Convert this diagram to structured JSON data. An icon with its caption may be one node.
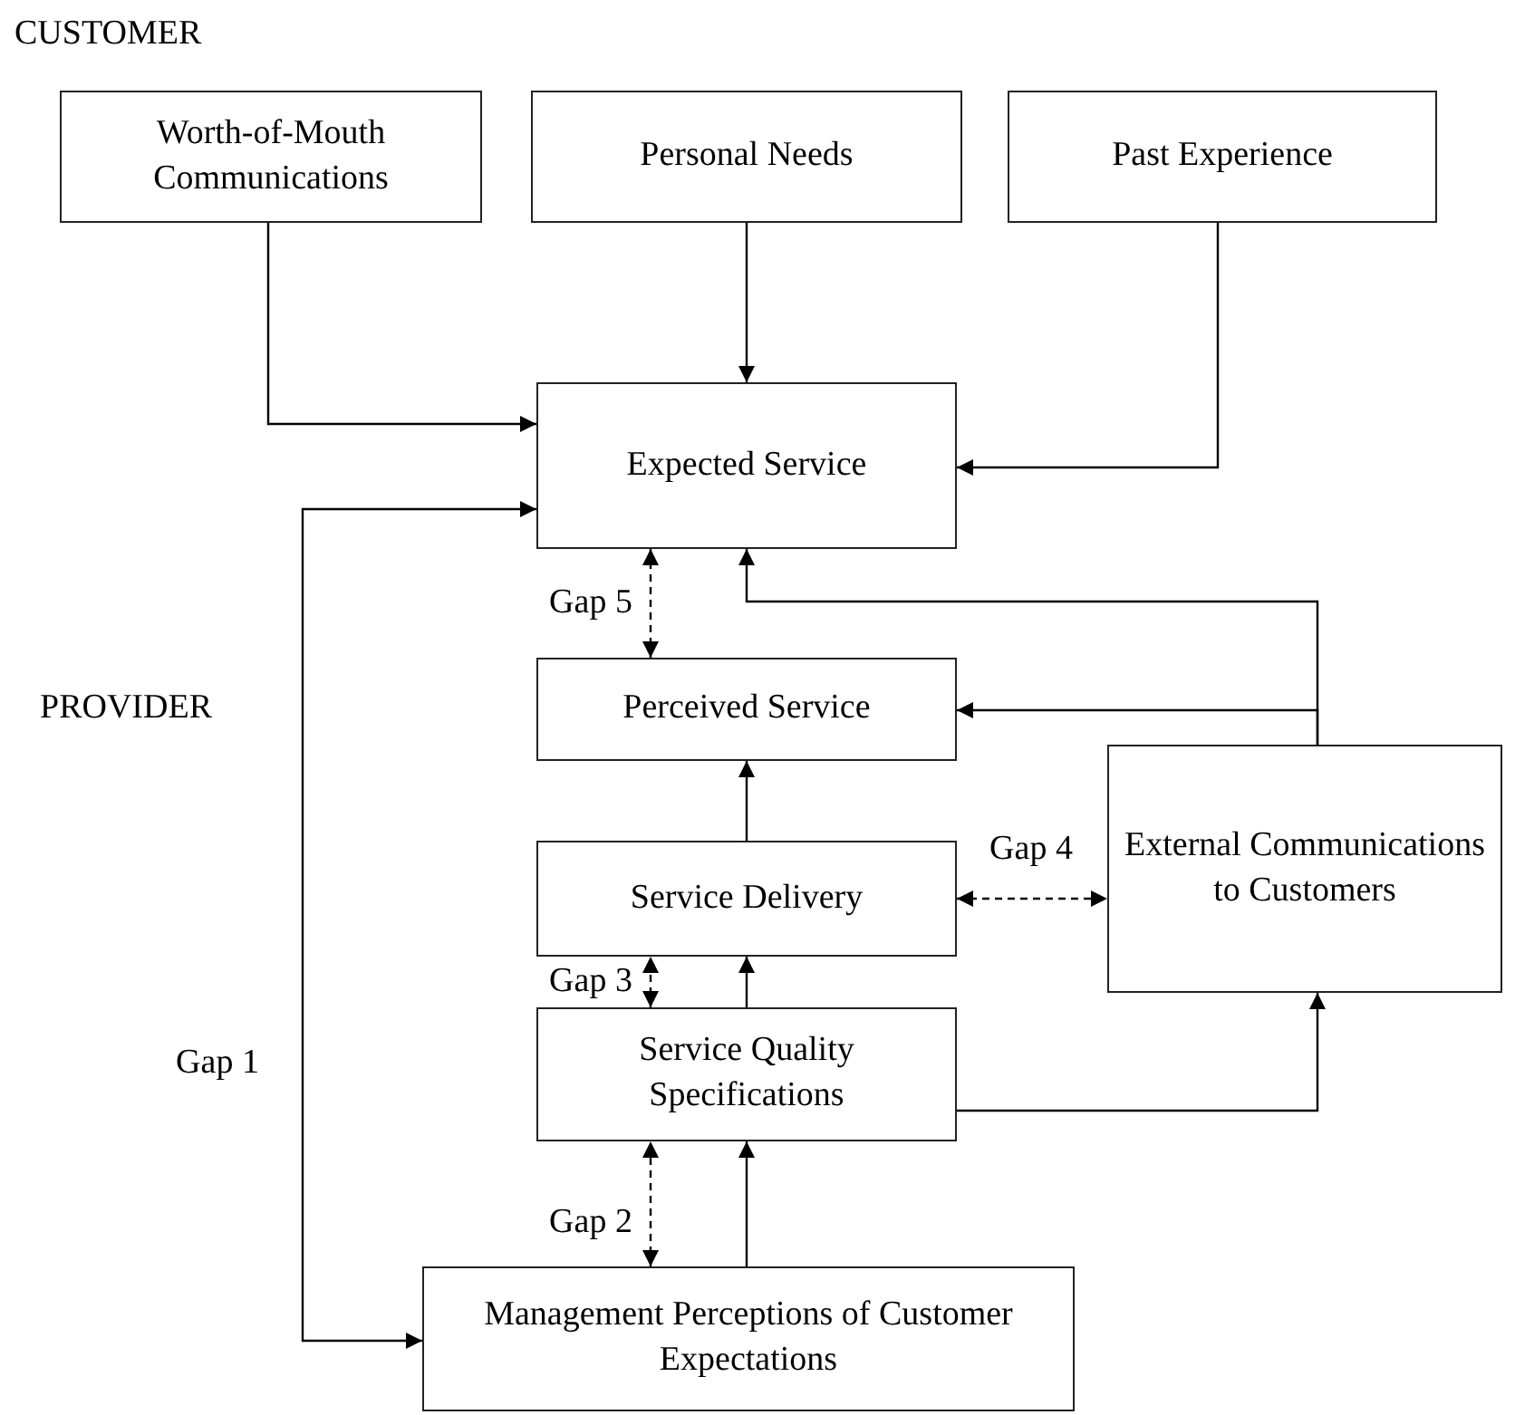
{
  "diagram": {
    "nodes": [
      {
        "text": [
          "Worth-of-Mouth Communications"
        ]
      },
      {
        "text": [
          "Personal Needs"
        ]
      },
      {
        "text": [
          "Past Experience"
        ]
      },
      {
        "text": [
          "Expected Service"
        ]
      },
      {
        "text": [
          "Perceived Service"
        ]
      },
      {
        "text": [
          "Service Delivery"
        ]
      },
      {
        "text": [
          "External Communications to Customers"
        ]
      },
      {
        "text": [
          "Service Quality Specifications"
        ]
      },
      {
        "text": [
          "Management Perceptions of Customer Expectations"
        ]
      }
    ],
    "edges": [
      {
        "from": 0,
        "to": 3,
        "arrow": "to"
      },
      {
        "from": 1,
        "to": 3,
        "arrow": "to"
      },
      {
        "from": 2,
        "to": 3,
        "arrow": "to"
      },
      {
        "from": 8,
        "to": 3,
        "arrow": "both",
        "label": "Gap 1"
      },
      {
        "from": 3,
        "to": 4,
        "arrow": "both",
        "label": "Gap 5",
        "style": "dashed"
      },
      {
        "from": 6,
        "to": 3,
        "arrow": "to"
      },
      {
        "from": 6,
        "to": 4,
        "arrow": "to"
      },
      {
        "from": 5,
        "to": 4,
        "arrow": "to"
      },
      {
        "from": 5,
        "to": 6,
        "arrow": "both",
        "label": "Gap 4",
        "style": "dashed"
      },
      {
        "from": 7,
        "to": 5,
        "arrow": "both",
        "label": "Gap 3",
        "style": "dashed"
      },
      {
        "from": 7,
        "to": 5,
        "arrow": "to"
      },
      {
        "from": 7,
        "to": 6,
        "arrow": "to"
      },
      {
        "from": 8,
        "to": 7,
        "arrow": "both",
        "label": "Gap 2",
        "style": "dashed"
      },
      {
        "from": 8,
        "to": 7,
        "arrow": "to"
      }
    ],
    "labels": [
      "CUSTOMER",
      "PROVIDER"
    ]
  }
}
